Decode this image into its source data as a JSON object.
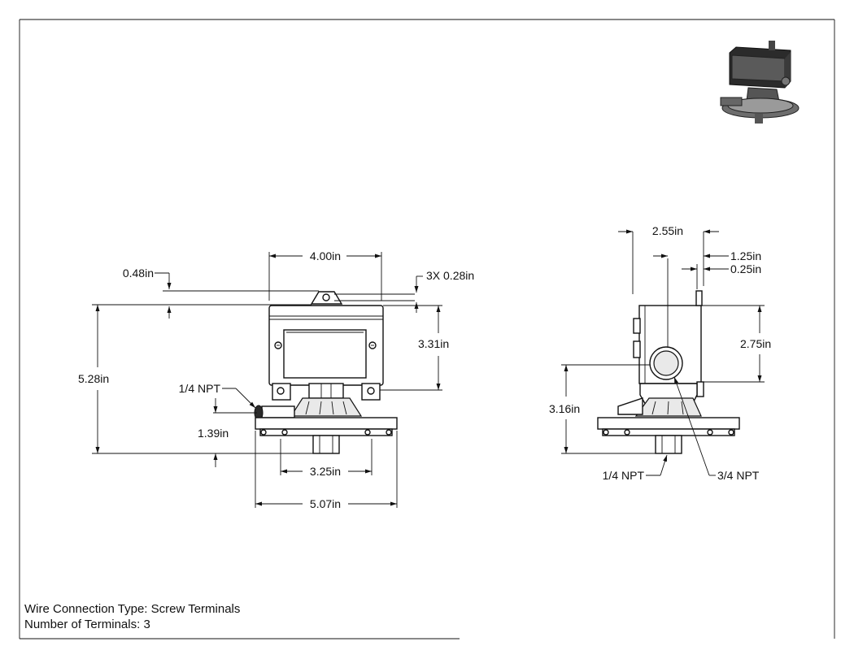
{
  "front_view": {
    "width_top": "4.00in",
    "lug_height": "0.48in",
    "hole_dia": "3X 0.28in",
    "box_height": "3.31in",
    "overall_height": "5.28in",
    "port_label": "1/4 NPT",
    "port_height": "1.39in",
    "bolt_spacing": "3.25in",
    "base_width": "5.07in"
  },
  "side_view": {
    "depth": "2.55in",
    "offset_a": "1.25in",
    "offset_b": "0.25in",
    "box_height": "2.75in",
    "conduit_height": "3.16in",
    "port_label": "1/4 NPT",
    "conduit_label": "3/4 NPT"
  },
  "notes": {
    "wire_connection": "Wire Connection Type: Screw Terminals",
    "terminals": "Number of Terminals: 3"
  }
}
